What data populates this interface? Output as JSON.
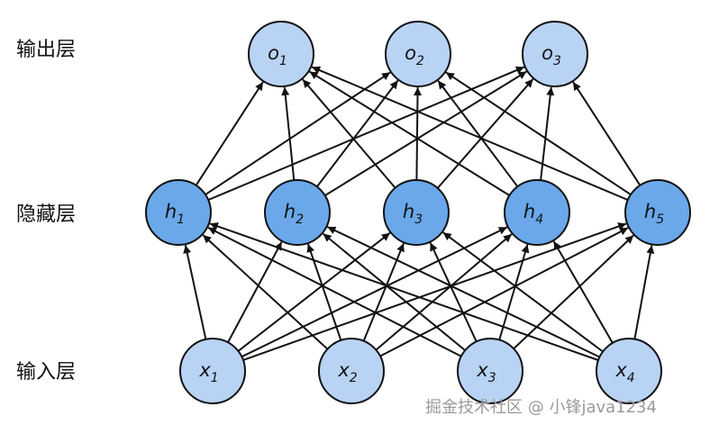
{
  "layers": {
    "output": {
      "label": "输出层",
      "nodes": [
        {
          "base": "o",
          "sub": "1"
        },
        {
          "base": "o",
          "sub": "2"
        },
        {
          "base": "o",
          "sub": "3"
        }
      ]
    },
    "hidden": {
      "label": "隐藏层",
      "nodes": [
        {
          "base": "h",
          "sub": "1"
        },
        {
          "base": "h",
          "sub": "2"
        },
        {
          "base": "h",
          "sub": "3"
        },
        {
          "base": "h",
          "sub": "4"
        },
        {
          "base": "h",
          "sub": "5"
        }
      ]
    },
    "input": {
      "label": "输入层",
      "nodes": [
        {
          "base": "x",
          "sub": "1"
        },
        {
          "base": "x",
          "sub": "2"
        },
        {
          "base": "x",
          "sub": "3"
        },
        {
          "base": "x",
          "sub": "4"
        }
      ]
    }
  },
  "connections": "fully-connected input→hidden and hidden→output",
  "colors": {
    "light_node_fill": "#b9d3f5",
    "dark_node_fill": "#6aa8ea",
    "node_stroke": "#111111",
    "edge": "#111111"
  },
  "watermark": "掘金技术社区 @ 小锋java1234"
}
